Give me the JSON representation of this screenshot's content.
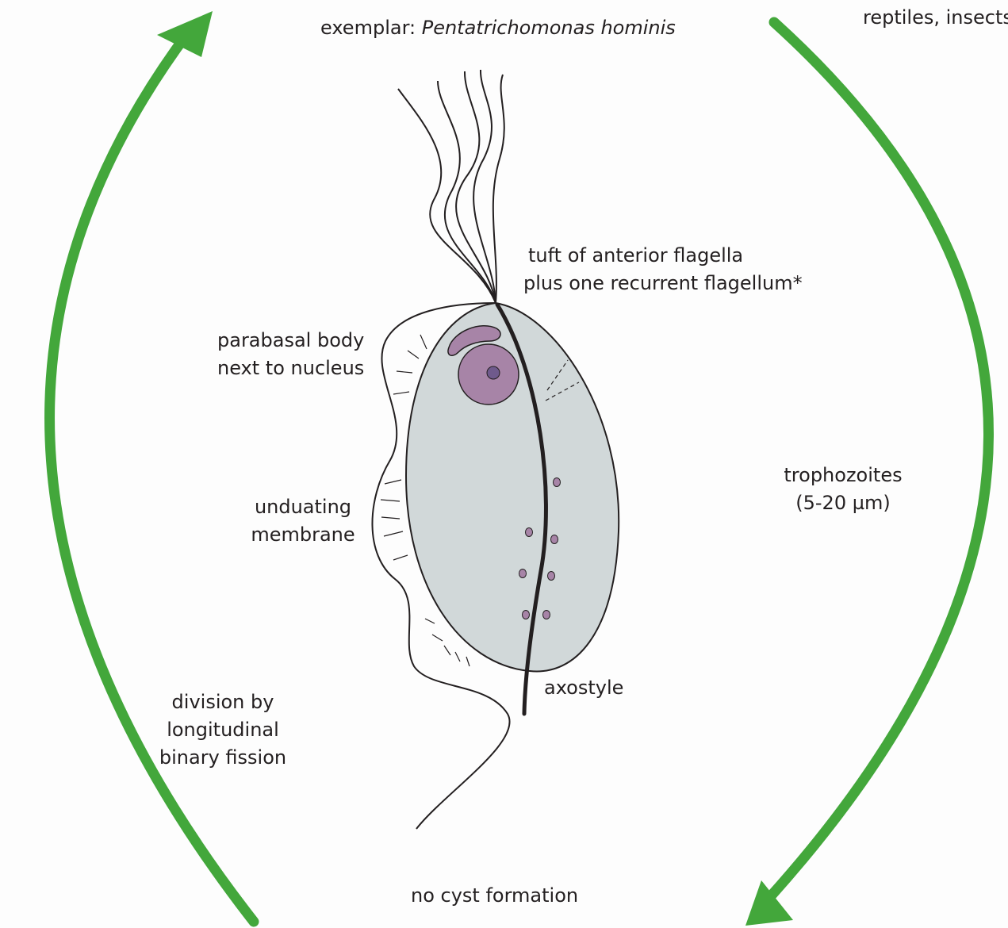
{
  "header": {
    "exemplar_prefix": "exemplar: ",
    "exemplar_species": "Pentatrichomonas hominis",
    "hosts": "reptiles, insects"
  },
  "labels": {
    "flagella": [
      "tuft of anterior flagella",
      "plus one recurrent flagellum*"
    ],
    "parabasal": [
      "parabasal body",
      "next to nucleus"
    ],
    "membrane": [
      "unduating",
      "membrane"
    ],
    "axostyle": "axostyle",
    "trophozoites": [
      "trophozoites",
      "(5-20 µm)"
    ],
    "division": [
      "division by",
      "longitudinal",
      "binary fission"
    ],
    "cyst": "no cyst formation"
  },
  "colors": {
    "arrow": "#43a73b",
    "cell_fill": "#d1d8d9",
    "organelle": "#a784a7",
    "nucleolus": "#6f5a8c",
    "outline": "#231f20"
  }
}
